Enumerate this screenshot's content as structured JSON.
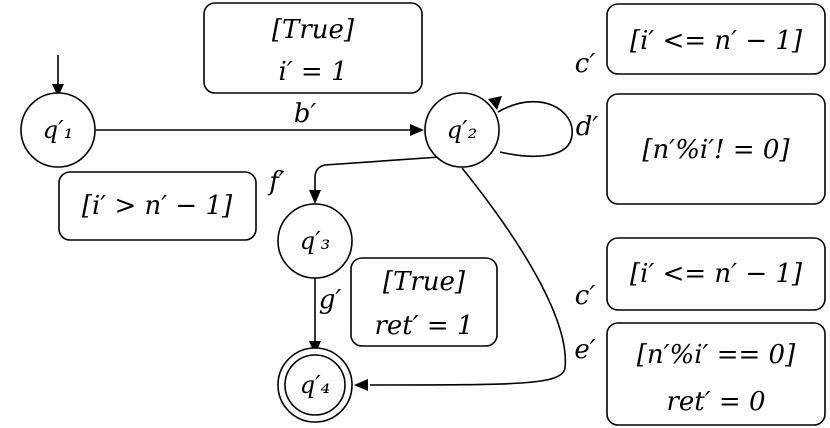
{
  "states": {
    "q1": "q′₁",
    "q2": "q′₂",
    "q3": "q′₃",
    "q4": "q′₄"
  },
  "edges": {
    "b": "b′",
    "c": "c′",
    "d": "d′",
    "e": "e′",
    "f": "f′",
    "g": "g′"
  },
  "guards": {
    "b_guard": "[True]",
    "b_action": "i′ = 1",
    "c1_guard": "[i′ <= n′ − 1]",
    "d_guard": "[n′%i′! = 0]",
    "f_guard": "[i′ > n′ − 1]",
    "g_guard": "[True]",
    "g_action": "ret′ = 1",
    "c2_guard": "[i′ <= n′ − 1]",
    "e_guard": "[n′%i′ == 0]",
    "e_action": "ret′ = 0"
  }
}
